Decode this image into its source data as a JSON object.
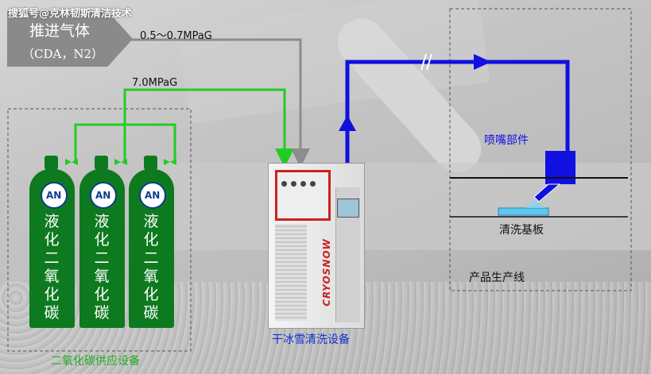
{
  "watermark": "搜狐号@克林韧斯清洁技术",
  "propellant": {
    "title": "推进气体",
    "subtitle": "（CDA，N2）",
    "pressure": "0.5～0.7MPaG"
  },
  "co2_line_pressure": "7.0MPaG",
  "cylinders": [
    {
      "text": "液\n化\n二\n氧\n化\n碳"
    },
    {
      "text": "液\n化\n二\n氧\n化\n碳"
    },
    {
      "text": "液\n化\n二\n氧\n化\n碳"
    }
  ],
  "co2_supply_label": "二氧化碳供应设备",
  "machine": {
    "brand": "CRYOSNOW",
    "label": "干冰雪清洗设备"
  },
  "nozzle_label": "喷嘴部件",
  "substrate_label": "清洗基板",
  "production_line_label": "产品生产线",
  "colors": {
    "gray_line": "#8c8c8c",
    "green_line": "#22cc22",
    "blue_line": "#1010e0",
    "cylinder": "#0e7a1f",
    "gray_box": "#8a8a8a",
    "machine_red": "#cc2020"
  }
}
